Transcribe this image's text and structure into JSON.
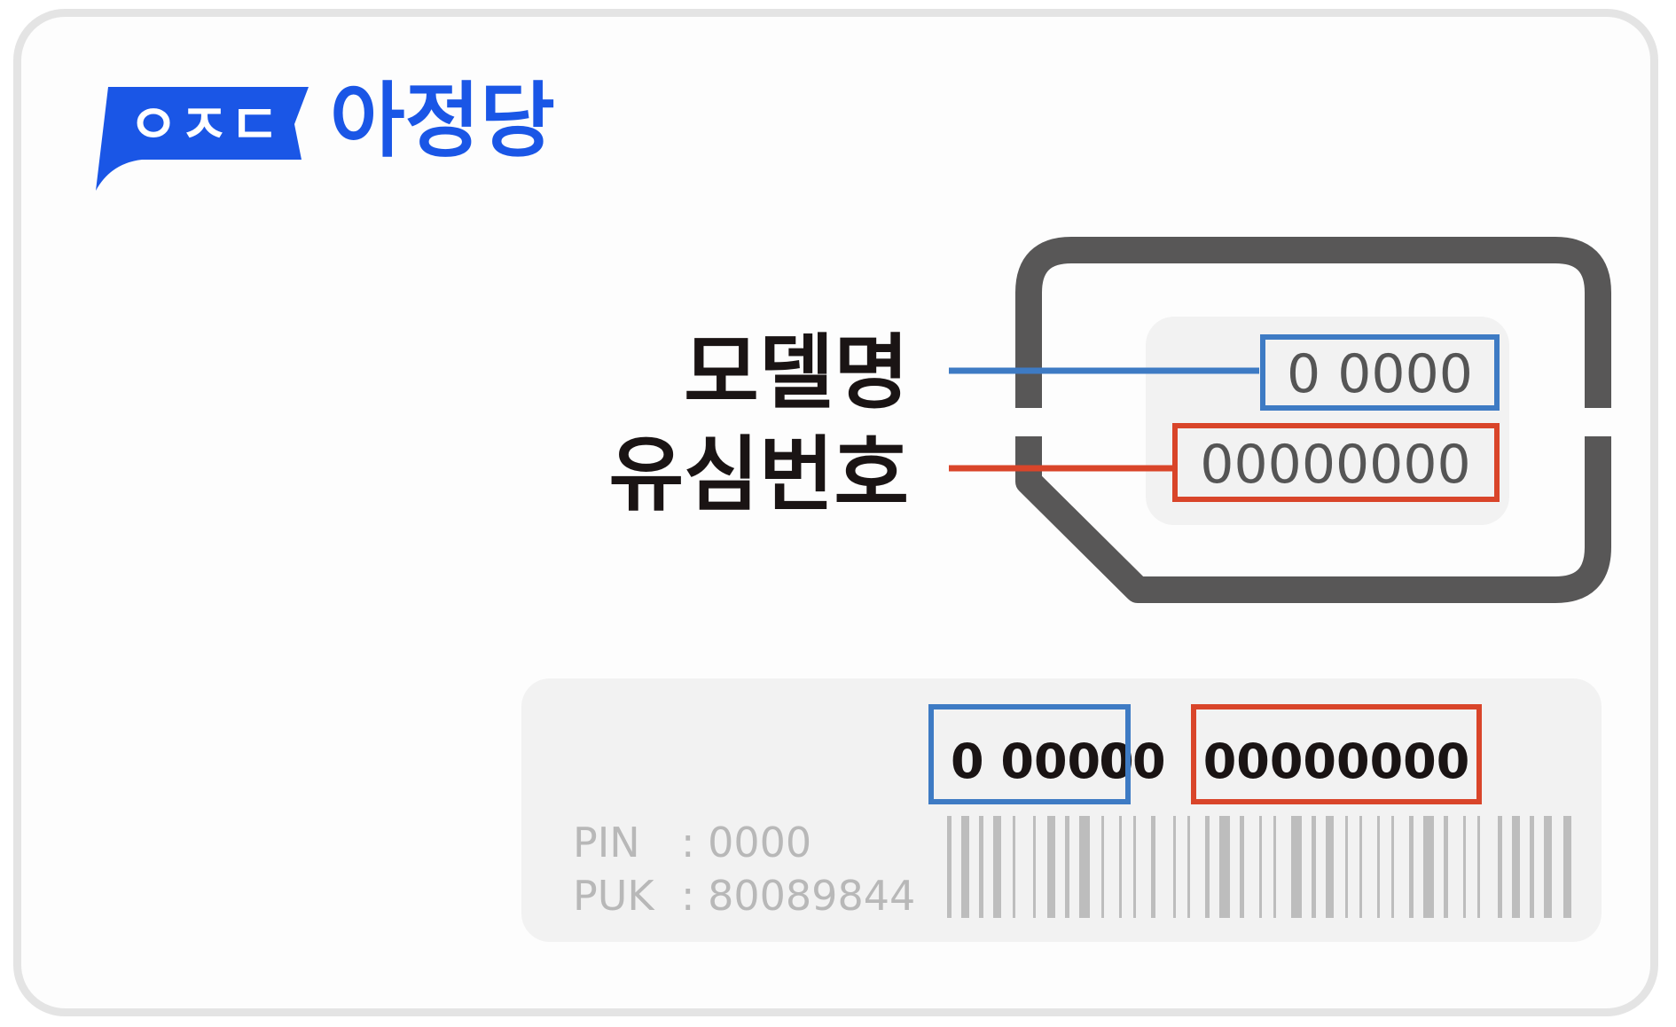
{
  "brand": {
    "badge_text": "ㅇㅈㄷ",
    "name": "아정당",
    "color": "#1a56e6"
  },
  "labels": {
    "model_label": "모델명",
    "usim_label": "유심번호"
  },
  "sim_card": {
    "model_value": "0 0000",
    "usim_value": "00000000"
  },
  "barcode_panel": {
    "model_code": "0 0000",
    "middle_code": "00",
    "usim_code": "00000000",
    "pin_label": "PIN",
    "pin_value": ": 0000",
    "puk_label": "PUK",
    "puk_value": ": 80089844"
  },
  "colors": {
    "model_highlight": "#3e7bc4",
    "usim_highlight": "#d9452a",
    "sim_outline": "#585757",
    "panel_bg": "#f2f2f2",
    "barcode": "#bdbdbd"
  }
}
